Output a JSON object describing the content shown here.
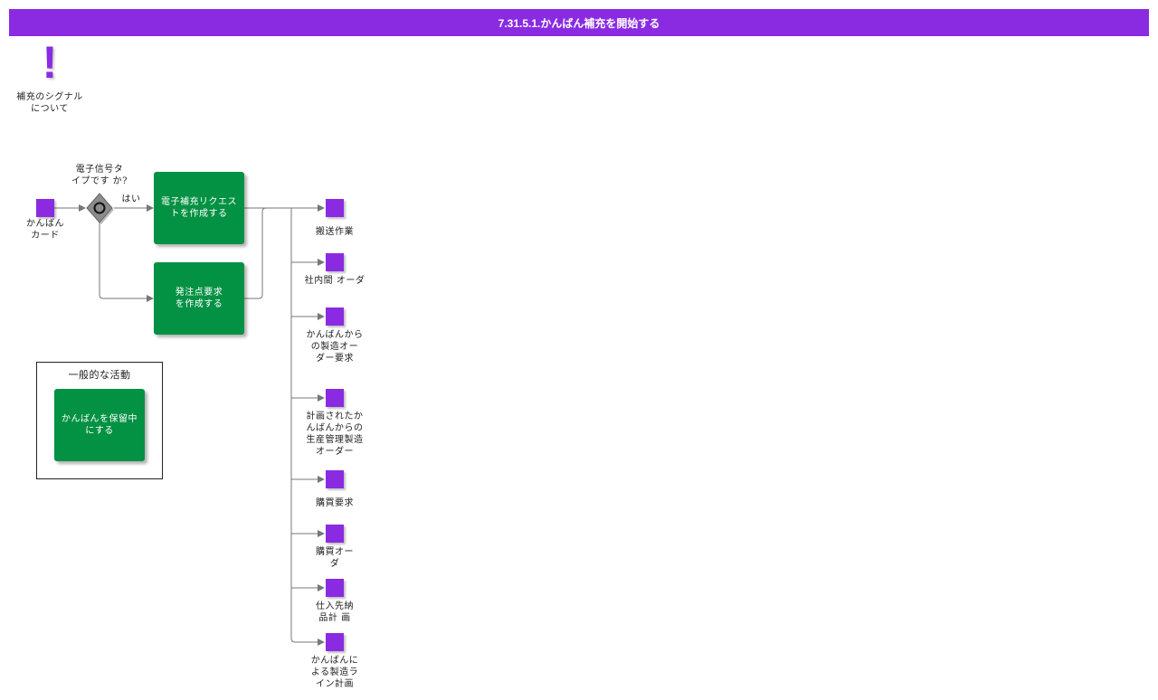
{
  "title": "7.31.5.1.かんばん補充を開始する",
  "annotation": {
    "icon": "exclamation-icon",
    "label": "補充のシグナル\nについて"
  },
  "start": {
    "label": "かんばん\nカード"
  },
  "gateway": {
    "label": "電子信号タ\nイプです か?",
    "yes_label": "はい"
  },
  "tasks": {
    "electronic": "電子補充リクエス\nトを作成する",
    "reorder": "発注点要求\nを作成する"
  },
  "group": {
    "title": "一般的な活動",
    "task": "かんばんを保留中\nにする"
  },
  "outputs": [
    "搬送作業",
    "社内間 オーダ",
    "かんばんから\nの製造オー\nダー要求",
    "計画されたか\nんばんからの\n生産管理製造\nオーダー",
    "購買要求",
    "購買オー\nダ",
    "仕入先納\n品計 画",
    "かんばんに\nよる製造ラ\nイン計画"
  ],
  "colors": {
    "accent": "#8a2be2",
    "task": "#039143",
    "connector": "#777777"
  }
}
